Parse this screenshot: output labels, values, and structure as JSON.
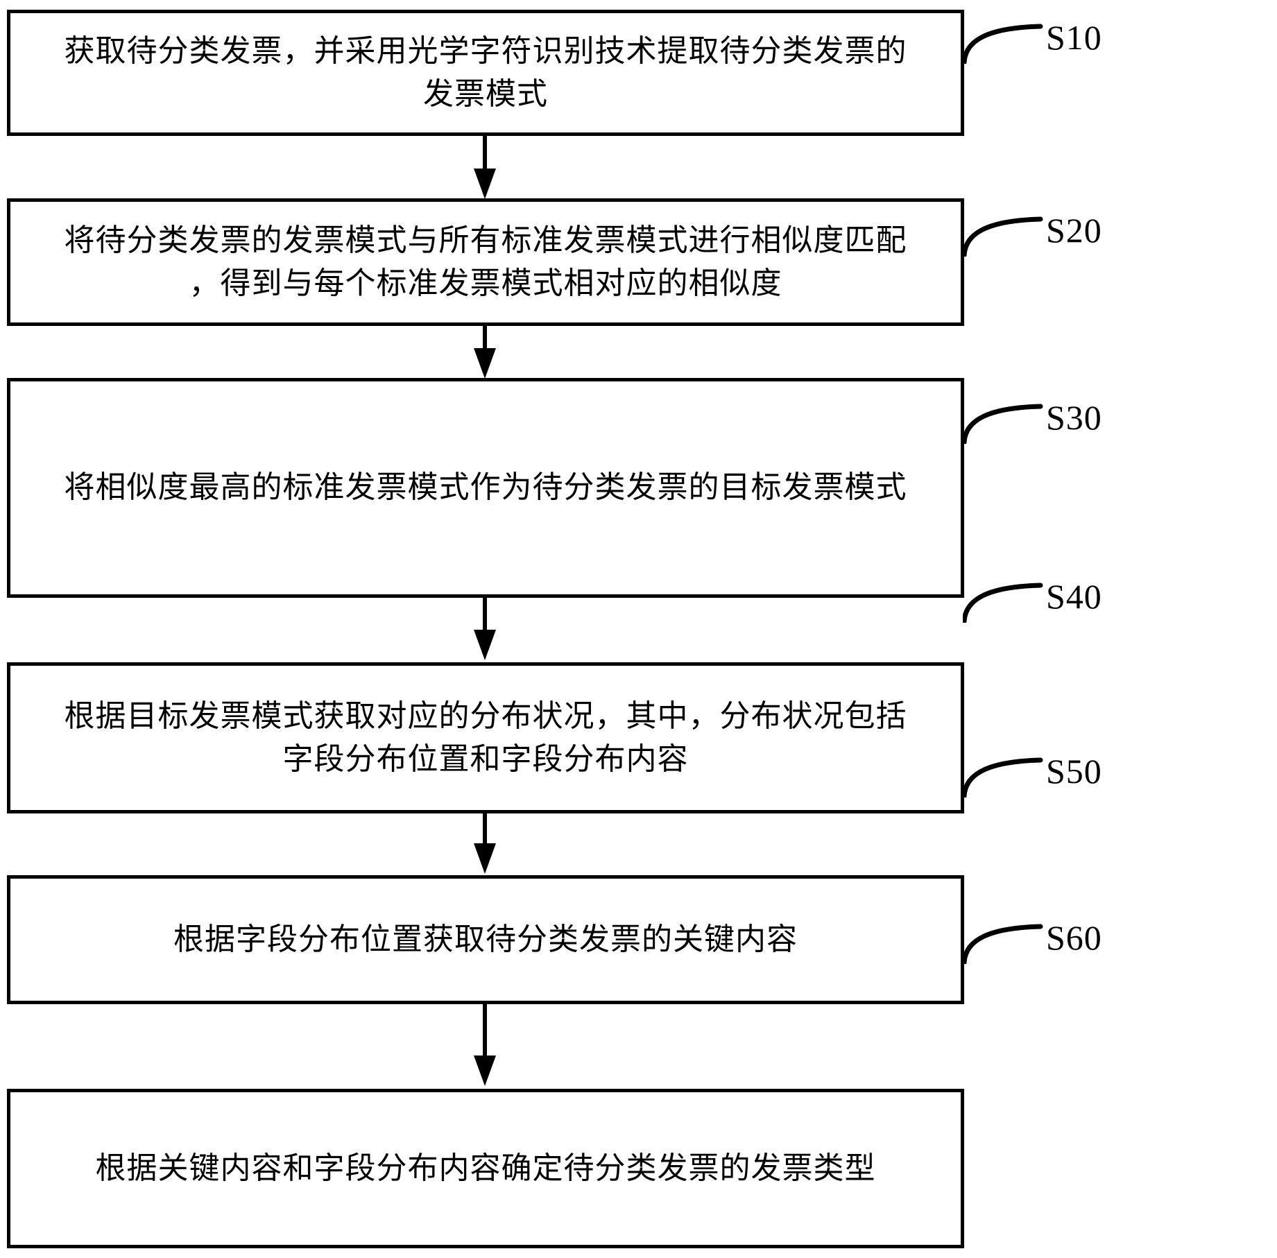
{
  "diagram": {
    "type": "flowchart",
    "orientation": "vertical",
    "line_color": "#000000",
    "background_color": "#ffffff",
    "steps": [
      {
        "ref": "S10",
        "text": "获取待分类发票，并采用光学字符识别技术提取待分类发票的\n发票模式"
      },
      {
        "ref": "S20",
        "text": "将待分类发票的发票模式与所有标准发票模式进行相似度匹配\n，得到与每个标准发票模式相对应的相似度"
      },
      {
        "ref": "S30",
        "text": "将相似度最高的标准发票模式作为待分类发票的目标发票模式"
      },
      {
        "ref": "S40",
        "text": "根据目标发票模式获取对应的分布状况，其中，分布状况包括\n字段分布位置和字段分布内容"
      },
      {
        "ref": "S50",
        "text": "根据字段分布位置获取待分类发票的关键内容"
      },
      {
        "ref": "S60",
        "text": "根据关键内容和字段分布内容确定待分类发票的发票类型"
      }
    ]
  }
}
